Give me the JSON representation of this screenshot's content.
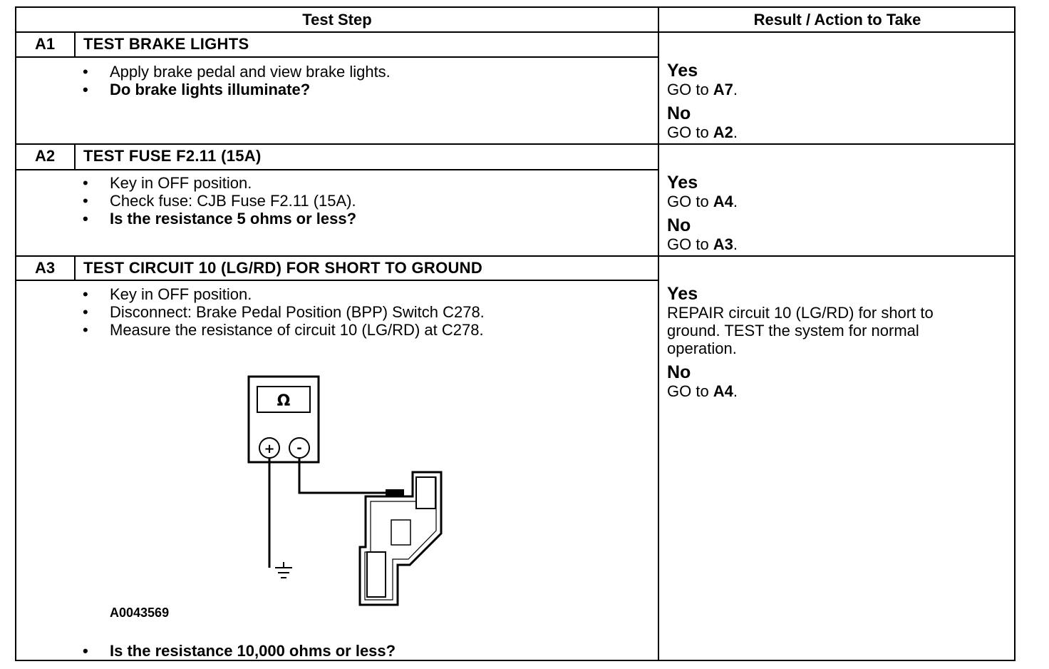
{
  "header": {
    "test_step": "Test Step",
    "result_action": "Result / Action to Take"
  },
  "steps": [
    {
      "id": "A1",
      "title": "TEST BRAKE LIGHTS",
      "bullets": [
        {
          "text": "Apply brake pedal and view brake lights."
        },
        {
          "text": "Do brake lights illuminate?"
        }
      ],
      "yes": {
        "label": "Yes",
        "prefix": "GO to ",
        "target": "A7",
        "suffix": "."
      },
      "no": {
        "label": "No",
        "prefix": "GO to ",
        "target": "A2",
        "suffix": "."
      }
    },
    {
      "id": "A2",
      "title": "TEST FUSE F2.11 (15A)",
      "bullets": [
        {
          "text": "Key in OFF position."
        },
        {
          "text": "Check fuse: CJB Fuse F2.11 (15A)."
        },
        {
          "text": "Is the resistance 5 ohms or less?"
        }
      ],
      "yes": {
        "label": "Yes",
        "prefix": "GO to ",
        "target": "A4",
        "suffix": "."
      },
      "no": {
        "label": "No",
        "prefix": "GO to ",
        "target": "A3",
        "suffix": "."
      }
    },
    {
      "id": "A3",
      "title": "TEST CIRCUIT 10 (LG/RD) FOR SHORT TO GROUND",
      "bullets": [
        {
          "text": "Key in OFF position."
        },
        {
          "text": "Disconnect: Brake Pedal Position (BPP) Switch C278."
        },
        {
          "text": "Measure the resistance of circuit 10 (LG/RD) at C278."
        },
        {
          "text": "Is the resistance 10,000 ohms or less?"
        }
      ],
      "diagram": {
        "meter_symbol": "Ω",
        "plus": "+",
        "minus": "-",
        "caption": "A0043569"
      },
      "yes": {
        "label": "Yes",
        "lines": [
          "REPAIR circuit 10 (LG/RD) for short to",
          "ground. TEST the system for normal",
          "operation."
        ]
      },
      "no": {
        "label": "No",
        "prefix": "GO to ",
        "target": "A4",
        "suffix": "."
      }
    }
  ]
}
